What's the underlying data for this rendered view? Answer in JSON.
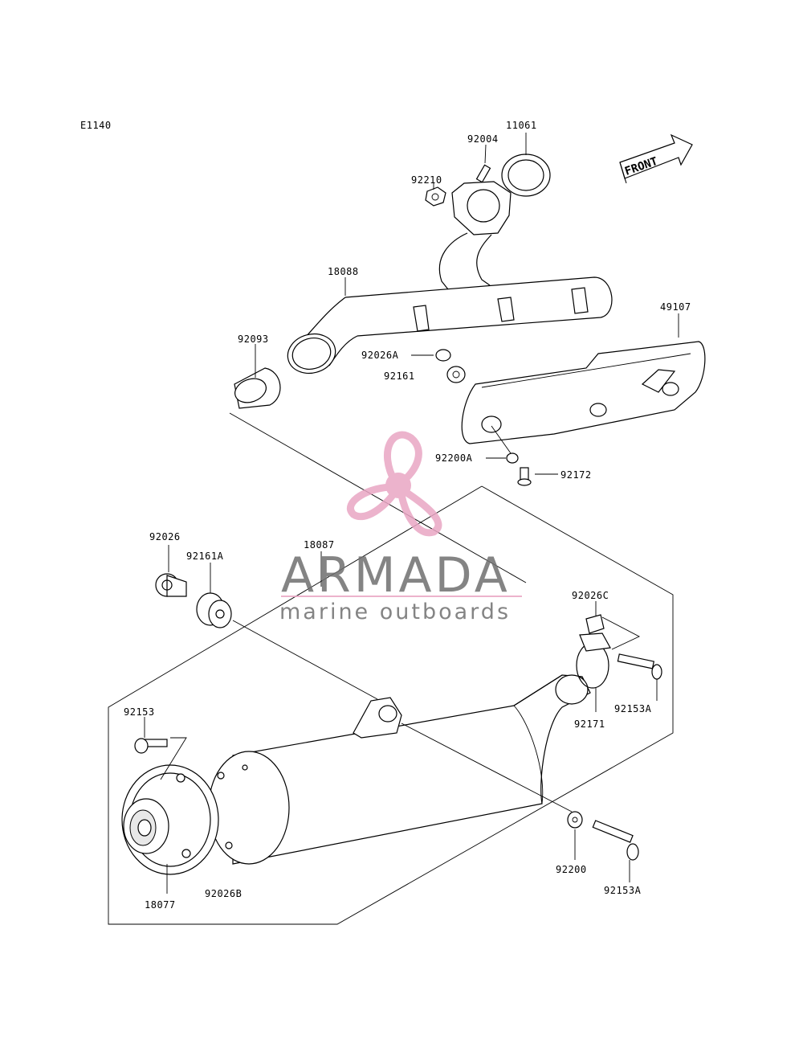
{
  "diagram_code": "E1140",
  "front_label": "FRONT",
  "watermark": {
    "brand": "ARMADA",
    "tagline": "marine outboards",
    "accent_color": "#e9a6c4",
    "text_color": "#6f6f6f"
  },
  "parts": {
    "p11061": "11061",
    "p92004": "92004",
    "p92210": "92210",
    "p18088": "18088",
    "p49107": "49107",
    "p92093": "92093",
    "p92026A": "92026A",
    "p92161": "92161",
    "p92200A": "92200A",
    "p92172": "92172",
    "p92026": "92026",
    "p92161A": "92161A",
    "p18087": "18087",
    "p92026C": "92026C",
    "p92153": "92153",
    "p92153A_top": "92153A",
    "p92171": "92171",
    "p92200": "92200",
    "p92153A_bottom": "92153A",
    "p18077": "18077",
    "p92026B": "92026B"
  }
}
